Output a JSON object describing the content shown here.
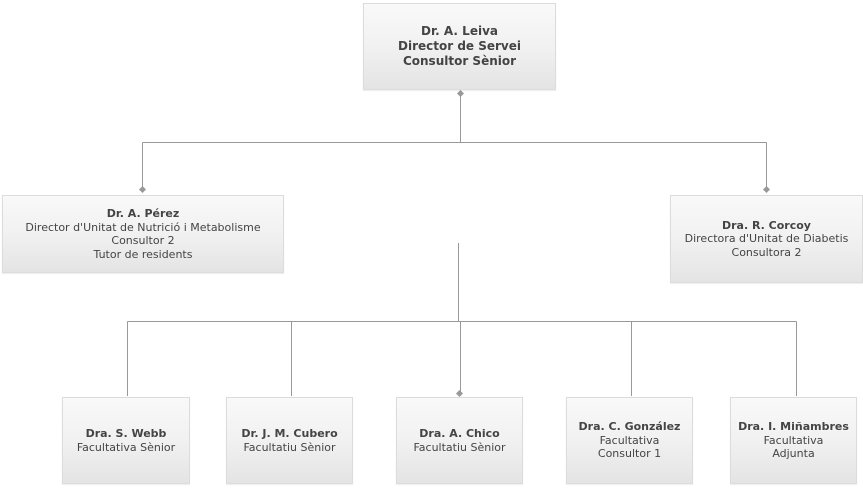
{
  "colors": {
    "line": "#999999",
    "text": "#444444"
  },
  "top": {
    "name": "Dr. A. Leiva",
    "lines": [
      "Director de Servei",
      "Consultor Sènior"
    ]
  },
  "middle": [
    {
      "name": "Dr. A. Pérez",
      "lines": [
        "Director d'Unitat de Nutrició i Metabolisme",
        "Consultor 2",
        "Tutor de residents"
      ]
    },
    {
      "name": "Dra. R. Corcoy",
      "lines": [
        "Directora d'Unitat de Diabetis",
        "Consultora 2"
      ]
    }
  ],
  "bottom": [
    {
      "name": "Dra. S. Webb",
      "lines": [
        "Facultativa Sènior"
      ]
    },
    {
      "name": "Dr. J. M. Cubero",
      "lines": [
        "Facultatiu Sènior"
      ]
    },
    {
      "name": "Dra. A. Chico",
      "lines": [
        "Facultatiu Sènior"
      ]
    },
    {
      "name": "Dra. C. González",
      "lines": [
        "Facultativa",
        "Consultor 1"
      ]
    },
    {
      "name": "Dra. I. Miñambres",
      "lines": [
        "Facultativa",
        "Adjunta"
      ]
    }
  ]
}
